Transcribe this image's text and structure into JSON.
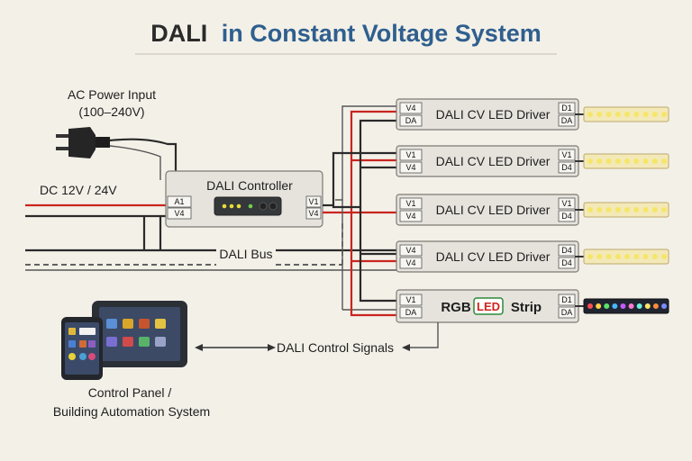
{
  "title": {
    "part1": "DALI",
    "part2": "in Constant Voltage System"
  },
  "ac_input": {
    "line1": "AC Power Input",
    "line2": "(100–240V)"
  },
  "dc_label": "DC 12V / 24V",
  "controller": {
    "label": "DALI Controller",
    "left_terminals": [
      "A1",
      "V4"
    ],
    "right_terminals": [
      "V1",
      "V4"
    ]
  },
  "bus_label": "DALI Bus",
  "drivers": [
    {
      "label": "DALI CV LED Driver",
      "in_terminals": [
        "V4",
        "DA"
      ],
      "out_terminals": [
        "D1",
        "DA"
      ]
    },
    {
      "label": "DALI CV LED Driver",
      "in_terminals": [
        "V1",
        "V4"
      ],
      "out_terminals": [
        "V1",
        "D4"
      ]
    },
    {
      "label": "DALI CV LED Driver",
      "in_terminals": [
        "V1",
        "V4"
      ],
      "out_terminals": [
        "V1",
        "D4"
      ]
    },
    {
      "label": "DALI CV LED Driver",
      "in_terminals": [
        "V4",
        "V4"
      ],
      "out_terminals": [
        "D4",
        "D4"
      ]
    }
  ],
  "rgb_module": {
    "label_before": "RGB",
    "label_led": "LED",
    "label_after": "Strip",
    "in_terminals": [
      "V1",
      "DA"
    ],
    "out_terminals": [
      "D1",
      "DA"
    ]
  },
  "control_signals_label": "DALI Control Signals",
  "control_panel": {
    "line1": "Control Panel /",
    "line2": "Building Automation System"
  },
  "colors": {
    "title_blue": "#2f5f8e",
    "wire_red": "#c8251f",
    "wire_black": "#2a2a2a",
    "led_warm": "#f5e66a",
    "tablet_dark": "#2b2f36"
  }
}
